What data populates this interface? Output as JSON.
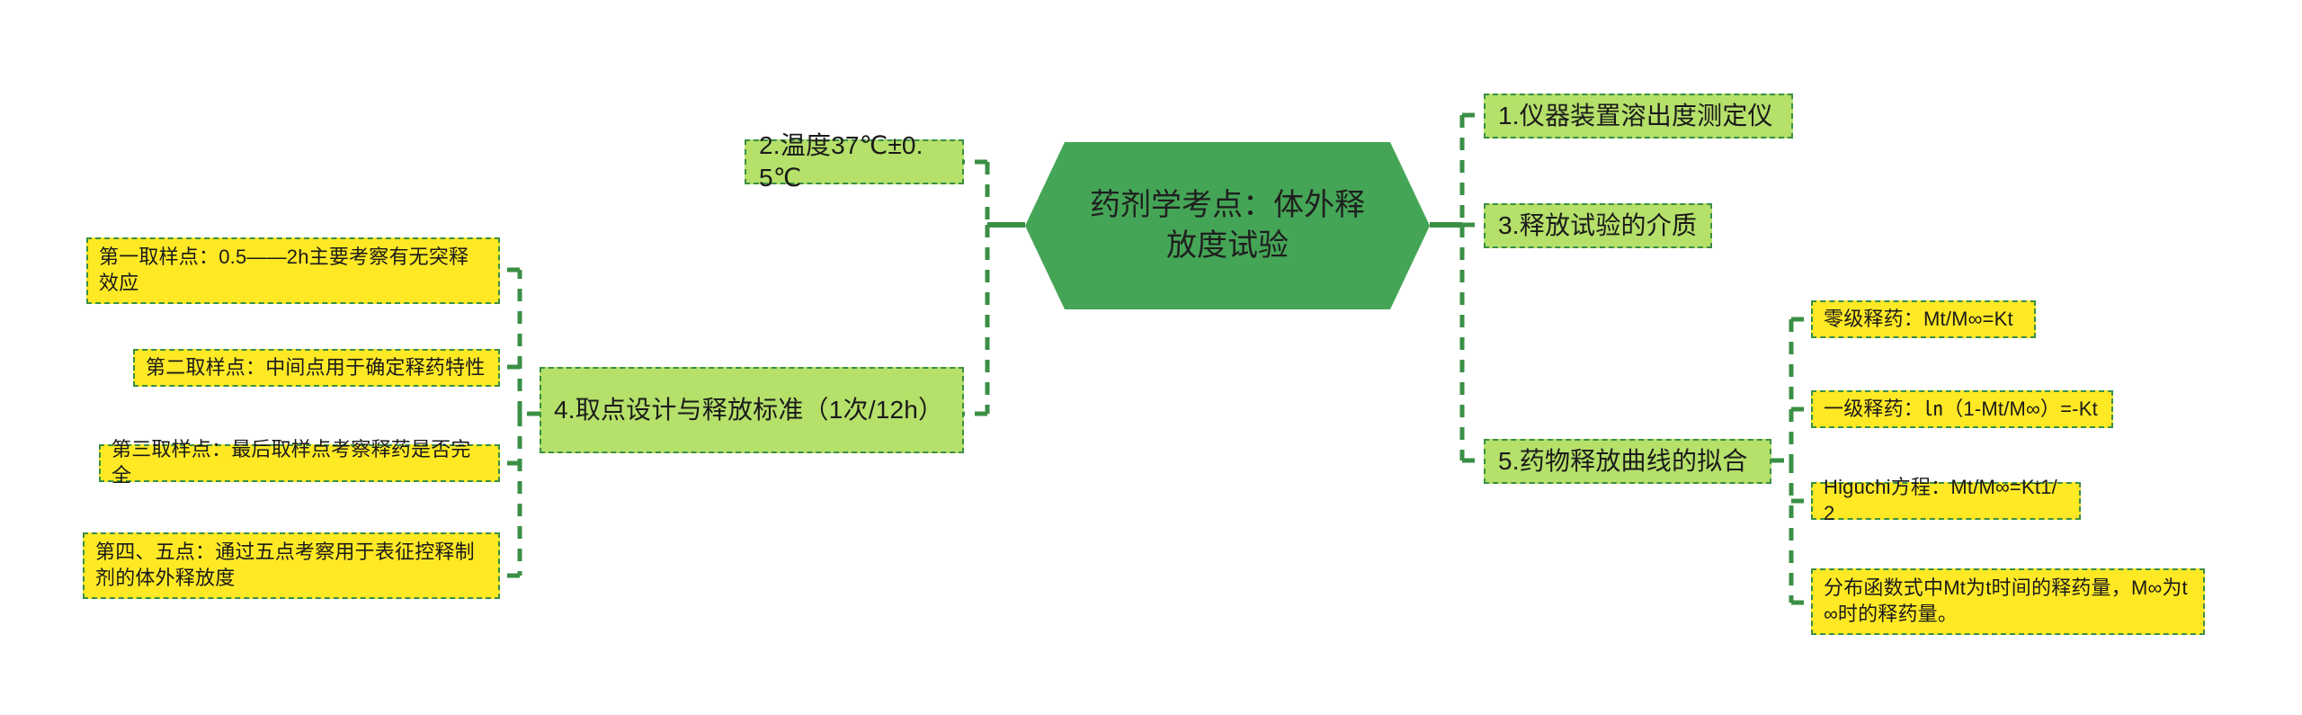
{
  "title": "药剂学考点：体外释放度试验 思维导图",
  "colors": {
    "root_fill": "#45a556",
    "level1_fill": "#b5e06a",
    "level2_fill": "#ffe925",
    "edge": "#3a8f45",
    "text": "#1a1a1a",
    "background": "#ffffff"
  },
  "root": {
    "label": "药剂学考点：体外释放度试验"
  },
  "left_branches": [
    {
      "id": "node-2",
      "label": "2.温度37℃±0.5℃",
      "children": []
    },
    {
      "id": "node-4",
      "label": "4.取点设计与释放标准（1次/12h）",
      "children": [
        {
          "id": "node-4-1",
          "label": "第一取样点：0.5——2h主要考察有无突释效应"
        },
        {
          "id": "node-4-2",
          "label": "第二取样点：中间点用于确定释药特性"
        },
        {
          "id": "node-4-3",
          "label": "第三取样点：最后取样点考察释药是否完全"
        },
        {
          "id": "node-4-4",
          "label": "第四、五点：通过五点考察用于表征控释制剂的体外释放度"
        }
      ]
    }
  ],
  "right_branches": [
    {
      "id": "node-1",
      "label": "1.仪器装置溶出度测定仪",
      "children": []
    },
    {
      "id": "node-3",
      "label": "3.释放试验的介质",
      "children": []
    },
    {
      "id": "node-5",
      "label": "5.药物释放曲线的拟合",
      "children": [
        {
          "id": "node-5-1",
          "label": "零级释药：Mt/M∞=Kt"
        },
        {
          "id": "node-5-2",
          "label": "一级释药：㏑（1-Mt/M∞）=-Kt"
        },
        {
          "id": "node-5-3",
          "label": "Higuchi方程：Mt/M∞=Kt1/2"
        },
        {
          "id": "node-5-4",
          "label": "分布函数式中Mt为t时间的释药量，M∞为t∞时的释药量。"
        }
      ]
    }
  ]
}
